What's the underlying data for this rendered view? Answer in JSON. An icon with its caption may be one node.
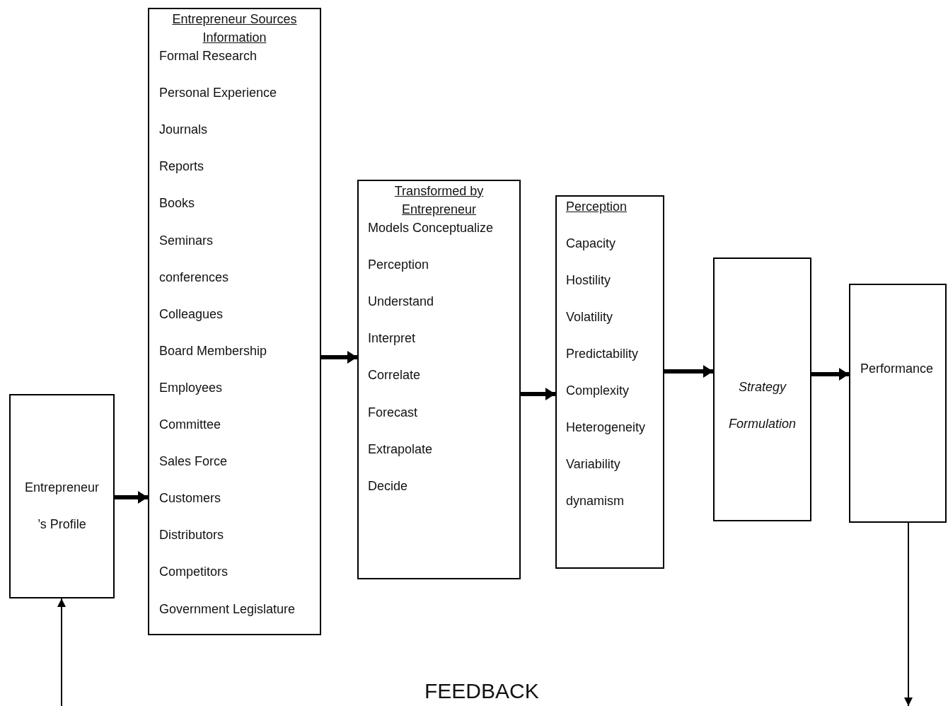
{
  "diagram": {
    "nodes": [
      {
        "text": [
          "Entrepreneur ’s Profile"
        ]
      },
      {
        "text": [
          "Entrepreneur Sources Information",
          "Formal Research",
          "Personal Experience",
          "Journals",
          "Reports",
          "Books",
          "Seminars",
          "conferences",
          "Colleagues",
          "Board Membership",
          "Employees",
          "Committee",
          "Sales Force",
          "Customers",
          "Distributors",
          "Competitors",
          "Government Legislature"
        ]
      },
      {
        "text": [
          "Transformed by Entrepreneur",
          "Models Conceptualize",
          "Perception",
          "Understand",
          "Interpret",
          "Correlate",
          "Forecast",
          "Extrapolate",
          "Decide"
        ]
      },
      {
        "text": [
          "Perception",
          "Capacity",
          "Hostility",
          "Volatility",
          "Predictability",
          "Complexity",
          "Heterogeneity",
          "Variability",
          "dynamism"
        ]
      },
      {
        "text": [
          "Strategy Formulation"
        ]
      },
      {
        "text": [
          "Performance"
        ]
      }
    ],
    "edges": [
      {
        "from": 0,
        "to": 1,
        "arrow": "to"
      },
      {
        "from": 1,
        "to": 2,
        "arrow": "to"
      },
      {
        "from": 2,
        "to": 3,
        "arrow": "to"
      },
      {
        "from": 3,
        "to": 4,
        "arrow": "to"
      },
      {
        "from": 4,
        "to": 5,
        "arrow": "to"
      },
      {
        "from": 5,
        "to": null,
        "arrow": "to"
      },
      {
        "from": null,
        "to": 0,
        "arrow": "to"
      }
    ],
    "labels": [
      "FEEDBACK"
    ]
  }
}
